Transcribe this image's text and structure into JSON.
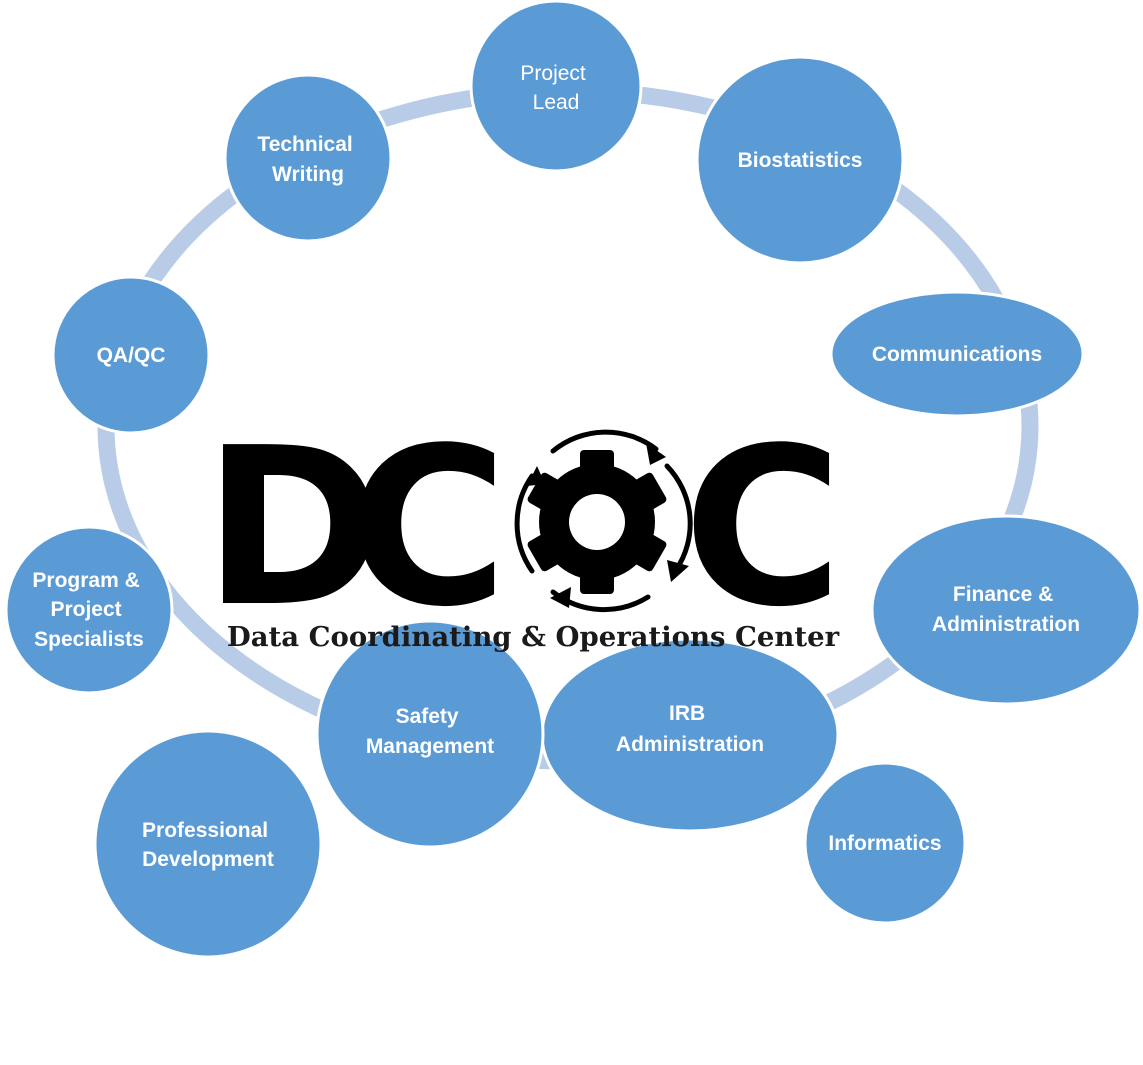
{
  "nodes": [
    {
      "id": "project-lead",
      "lines": [
        "Project",
        "Lead"
      ],
      "bold": false
    },
    {
      "id": "biostatistics",
      "lines": [
        "Biostatistics"
      ],
      "bold": true
    },
    {
      "id": "communications",
      "lines": [
        "Communications"
      ],
      "bold": true
    },
    {
      "id": "finance",
      "lines": [
        "Finance &",
        "Administration"
      ],
      "bold": true
    },
    {
      "id": "informatics",
      "lines": [
        "Informatics"
      ],
      "bold": true
    },
    {
      "id": "irb",
      "lines": [
        "IRB",
        "Administration"
      ],
      "bold": true
    },
    {
      "id": "safety",
      "lines": [
        "Safety",
        "Management"
      ],
      "bold": true
    },
    {
      "id": "professional-development",
      "lines": [
        "Professional",
        "Development"
      ],
      "bold": true
    },
    {
      "id": "program-project",
      "lines": [
        "Program &",
        "Project",
        "Specialists"
      ],
      "bold": true
    },
    {
      "id": "qaqc",
      "lines": [
        "QA/QC"
      ],
      "bold": true
    },
    {
      "id": "technical-writing",
      "lines": [
        "Technical",
        "Writing"
      ],
      "bold": true
    }
  ],
  "logo": {
    "letter_d": "D",
    "letter_c1": "C",
    "letter_c2": "C",
    "subtitle": "Data Coordinating & Operations Center"
  },
  "colors": {
    "node_fill": "#5b9bd5",
    "ring": "#b8cce8",
    "node_text": "#ffffff",
    "logo": "#000000"
  }
}
